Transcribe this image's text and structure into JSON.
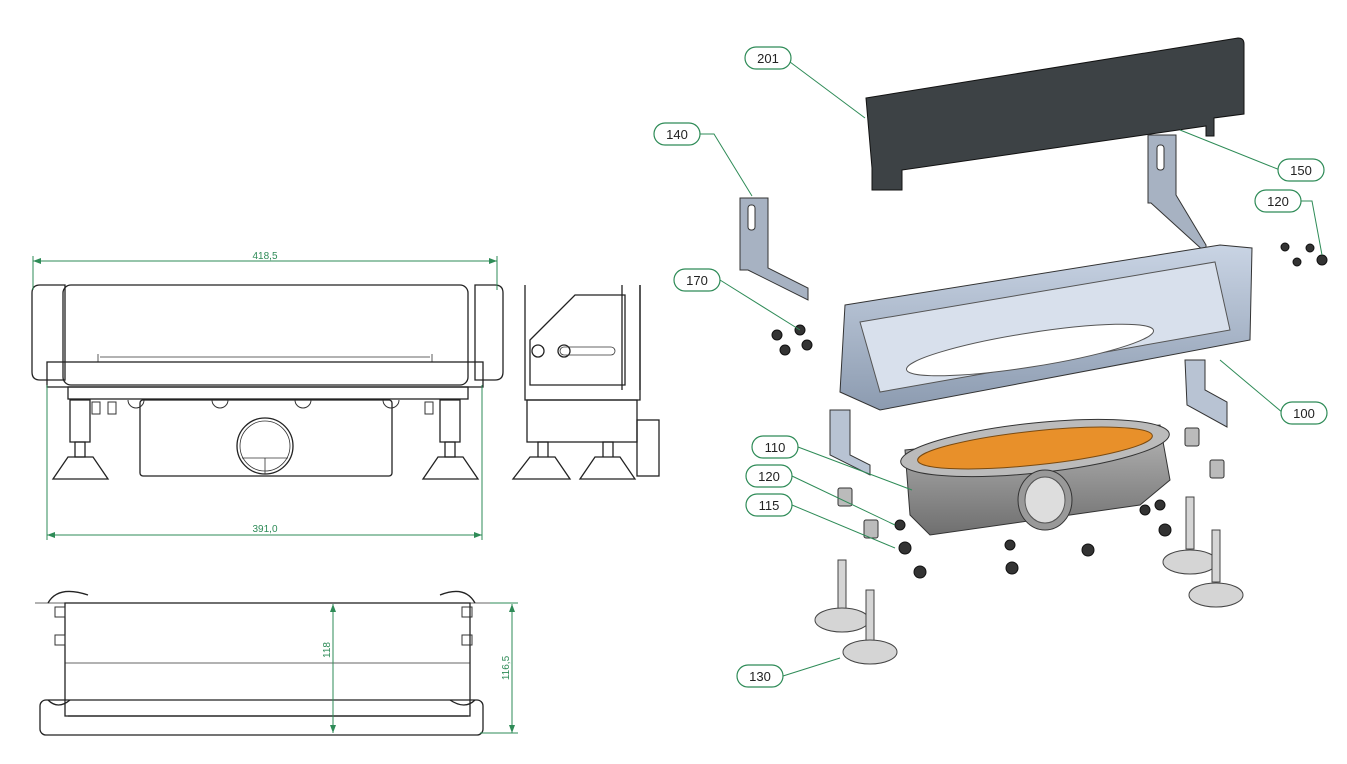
{
  "dimensions": {
    "overall_width": "418,5",
    "base_width": "391,0",
    "height_inner": "118",
    "height_outer": "116,5"
  },
  "part_labels": [
    {
      "id": "201"
    },
    {
      "id": "140"
    },
    {
      "id": "150"
    },
    {
      "id": "120"
    },
    {
      "id": "170"
    },
    {
      "id": "100"
    },
    {
      "id": "110"
    },
    {
      "id": "120"
    },
    {
      "id": "115"
    },
    {
      "id": "130"
    }
  ],
  "colors": {
    "dimension": "#2e8b57",
    "cover": "#3d4245",
    "frame": "#aab8cc",
    "seal": "#e8902a"
  }
}
